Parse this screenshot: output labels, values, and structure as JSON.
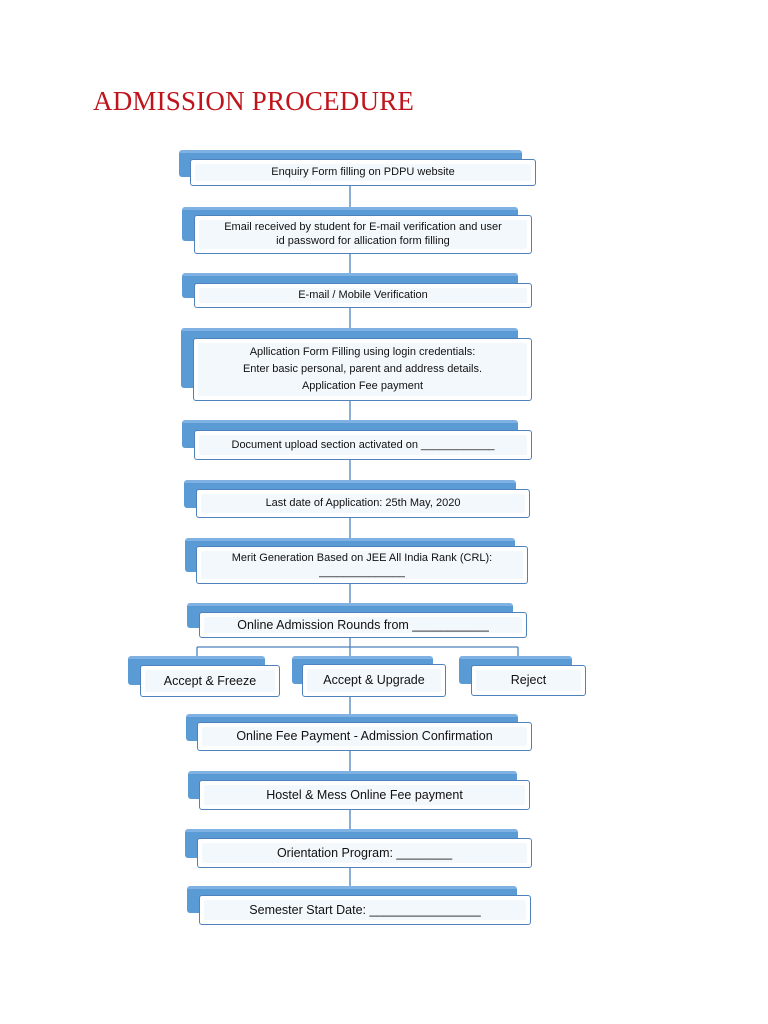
{
  "page_title": "ADMISSION PROCEDURE",
  "steps": {
    "enquiry": "Enquiry Form filling on PDPU website",
    "email_received_line1": "Email received by student for E-mail verification and user",
    "email_received_line2": "id password for allication form filling",
    "verification": "E-mail / Mobile Verification",
    "application_line1": "Apllication Form Filling using login credentials:",
    "application_line2": "Enter basic personal, parent and address details.",
    "application_line3": "Application Fee payment",
    "document_upload": "Document  upload section activated on ____________",
    "last_date": "Last date of Application: 25th May, 2020",
    "merit_line1": "Merit Generation Based on JEE All India Rank (CRL):",
    "merit_line2": "______________",
    "online_rounds": "Online Admission Rounds from ___________",
    "accept_freeze": "Accept & Freeze",
    "accept_upgrade": "Accept & Upgrade",
    "reject": "Reject",
    "fee_payment": "Online Fee Payment - Admission Confirmation",
    "hostel_mess": "Hostel & Mess Online Fee payment",
    "orientation": "Orientation Program: ________",
    "semester_start": "Semester Start Date: ________________"
  },
  "colors": {
    "title": "#c0141c",
    "box_shadow_blue": "#5b9bd5",
    "box_border": "#4f81bd",
    "connector": "#4f81bd"
  }
}
